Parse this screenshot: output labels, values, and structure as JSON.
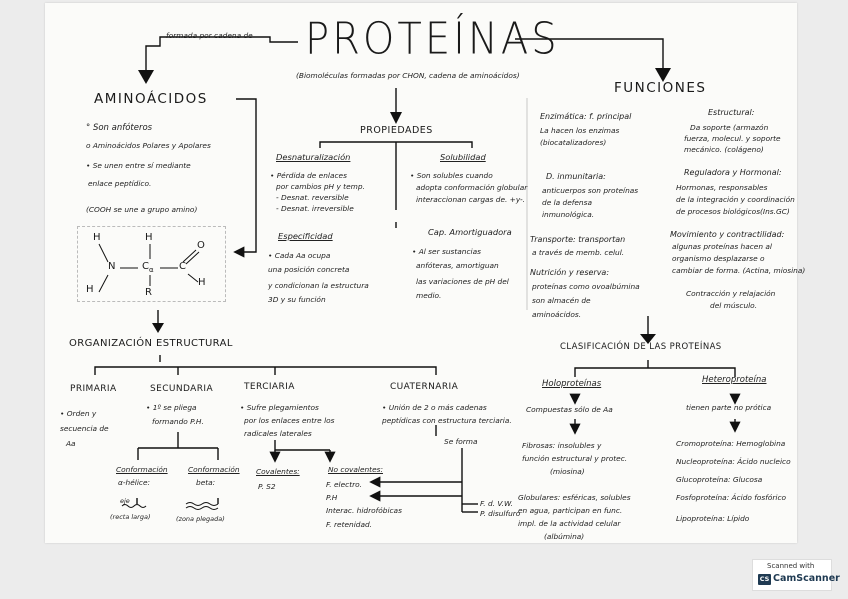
{
  "title": "PROTEÍNAS",
  "subtitle": "(Biomoléculas formadas por CHON, cadena de aminoácidos)",
  "top_connector": "formada por cadena de",
  "aminoacidos": {
    "title": "AMINOÁCIDOS",
    "items": [
      "Son anfóteros",
      "Aminoácidos Polares y Apolares",
      "Se unen entre sí mediante",
      "enlace peptídico."
    ],
    "note": "(COOH se une a grupo amino)",
    "formula": {
      "H1": "H",
      "H2": "H",
      "N": "N",
      "Ca": "C",
      "Ca_sub": "α",
      "C": "C",
      "O": "O",
      "H3": "H",
      "H4": "H",
      "R": "R"
    }
  },
  "propiedades": {
    "title": "PROPIEDADES",
    "desnaturalizacion": {
      "title": "Desnaturalización",
      "lines": [
        "Pérdida de enlaces",
        "por cambios pH y temp.",
        "- Desnat. reversible",
        "- Desnat. irreversible"
      ]
    },
    "solubilidad": {
      "title": "Solubilidad",
      "lines": [
        "Son solubles cuando",
        "adopta conformación globular",
        "interaccionan cargas de. +y-."
      ]
    },
    "especificidad": {
      "title": "Especificidad",
      "lines": [
        "Cada Aa ocupa",
        "una posición concreta",
        "y condicionan la estructura",
        "3D y su función"
      ]
    },
    "amortiguadora": {
      "title": "Cap. Amortiguadora",
      "lines": [
        "Al ser sustancias",
        "anfóteras, amortiguan",
        "las variaciones de pH del",
        "medio."
      ]
    }
  },
  "funciones": {
    "title": "FUNCIONES",
    "enzimatica": {
      "title": "Enzimática: f. principal",
      "lines": [
        "La hacen los enzimas",
        "(biocatalizadores)"
      ]
    },
    "estructural": {
      "title": "Estructural:",
      "lines": [
        "Da soporte (armazón",
        "fuerza, molecul. y soporte",
        "mecánico. (colágeno)"
      ]
    },
    "inmunitaria": {
      "title": "D. inmunitaria:",
      "lines": [
        "anticuerpos son proteínas",
        "de la defensa",
        "inmunológica."
      ]
    },
    "reguladora": {
      "title": "Reguladora y Hormonal:",
      "lines": [
        "Hormonas, responsables",
        "de la integración y coordinación",
        "de procesos biológicos(Ins.GC)"
      ]
    },
    "transporte": {
      "title": "Transporte: transportan",
      "lines": [
        "a través de memb. celul."
      ]
    },
    "movimiento": {
      "title": "Movimiento y contractilidad:",
      "lines": [
        "algunas proteínas hacen al",
        "organismo desplazarse o",
        "cambiar de forma. (Actina, miosina)",
        "Contracción y relajación",
        "del músculo."
      ]
    },
    "nutricion": {
      "title": "Nutrición y reserva:",
      "lines": [
        "proteínas como ovoalbúmina",
        "son almacén de",
        "aminoácidos."
      ]
    }
  },
  "organizacion": {
    "title": "ORGANIZACIÓN ESTRUCTURAL",
    "primaria": {
      "title": "PRIMARIA",
      "lines": [
        "Orden y",
        "secuencia de",
        "Aa"
      ]
    },
    "secundaria": {
      "title": "SECUNDARIA",
      "lines": [
        "1º se pliega",
        "formando P.H."
      ],
      "helice": {
        "title": [
          "Conformación",
          "α-hélice:"
        ],
        "note": [
          "eje",
          "(recta larga)"
        ]
      },
      "beta": {
        "title": [
          "Conformación",
          "beta:"
        ],
        "note": [
          "(zona plegada)"
        ]
      }
    },
    "terciaria": {
      "title": "TERCIARIA",
      "lines": [
        "Sufre plegamientos",
        "por los enlaces entre los",
        "radicales laterales"
      ],
      "covalentes": {
        "title": "Covalentes:",
        "lines": [
          "P. S2"
        ]
      },
      "no_covalentes": {
        "title": "No covalentes:",
        "lines": [
          "F. electro.",
          "P.H",
          "Interac. hidrofóbicas",
          "F. retenidad."
        ]
      }
    },
    "cuaternaria": {
      "title": "CUATERNARIA",
      "lines": [
        "Unión de 2 o más cadenas",
        "peptídicas con estructura terciaria."
      ],
      "side": {
        "top": "Se forma",
        "item1": "F. d. V.W.",
        "item2": "P. disulfuro"
      }
    }
  },
  "clasificacion": {
    "title": "CLASIFICACIÓN DE LAS PROTEÍNAS",
    "holoproteinas": {
      "title": "Holoproteínas",
      "line": "Compuestas sólo de Aa",
      "fibrosas": [
        "Fibrosas: insolubles y",
        "función estructural y protec.",
        "(miosina)"
      ],
      "globulares": [
        "Globulares: esféricas, solubles",
        "en agua, participan en func.",
        "impl. de la actividad celular",
        "(albúmina)"
      ]
    },
    "heteroproteinas": {
      "title": "Heteroproteína",
      "line": "tienen parte no prótica",
      "items": [
        "Cromoproteína: Hemoglobina",
        "Nucleoproteína: Ácido nucleico",
        "Glucoproteína: Glucosa",
        "Fosfoproteína: Ácido fosfórico",
        "Lipoproteína: Lípido"
      ]
    }
  },
  "watermark": {
    "top": "Scanned with",
    "logo": "CS",
    "name": "CamScanner"
  }
}
